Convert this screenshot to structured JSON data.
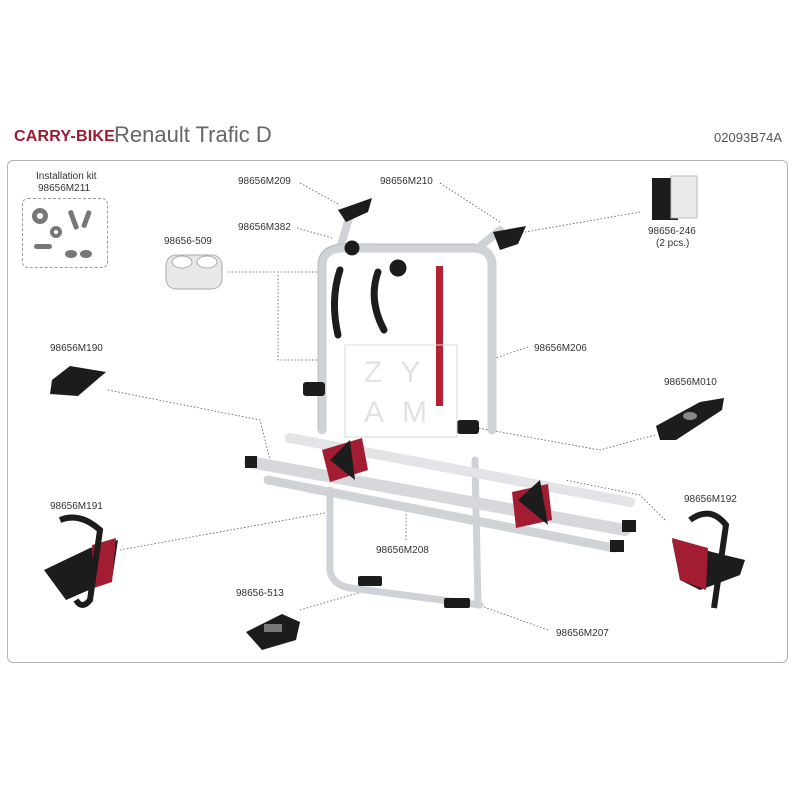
{
  "header": {
    "brand": "CARRY-BIKE",
    "model": "Renault Trafic D",
    "code": "02093B74A"
  },
  "kit": {
    "title": "Installation kit",
    "part": "98656M211"
  },
  "parts": {
    "m209": "98656M209",
    "m210": "98656M210",
    "m382": "98656M382",
    "p509": "98656-509",
    "p246": "98656-246",
    "p246_qty": "(2 pcs.)",
    "m190": "98656M190",
    "m206": "98656M206",
    "m010": "98656M010",
    "m191": "98656M191",
    "m192": "98656M192",
    "m208": "98656M208",
    "p513": "98656-513",
    "m207": "98656M207"
  },
  "watermark": {
    "line1": "ZY",
    "line2": "AM"
  },
  "colors": {
    "brand": "#9b1b30",
    "strap_red": "#b22234",
    "frame_silver": "#cfd2d6",
    "black_part": "#1c1c1c"
  }
}
